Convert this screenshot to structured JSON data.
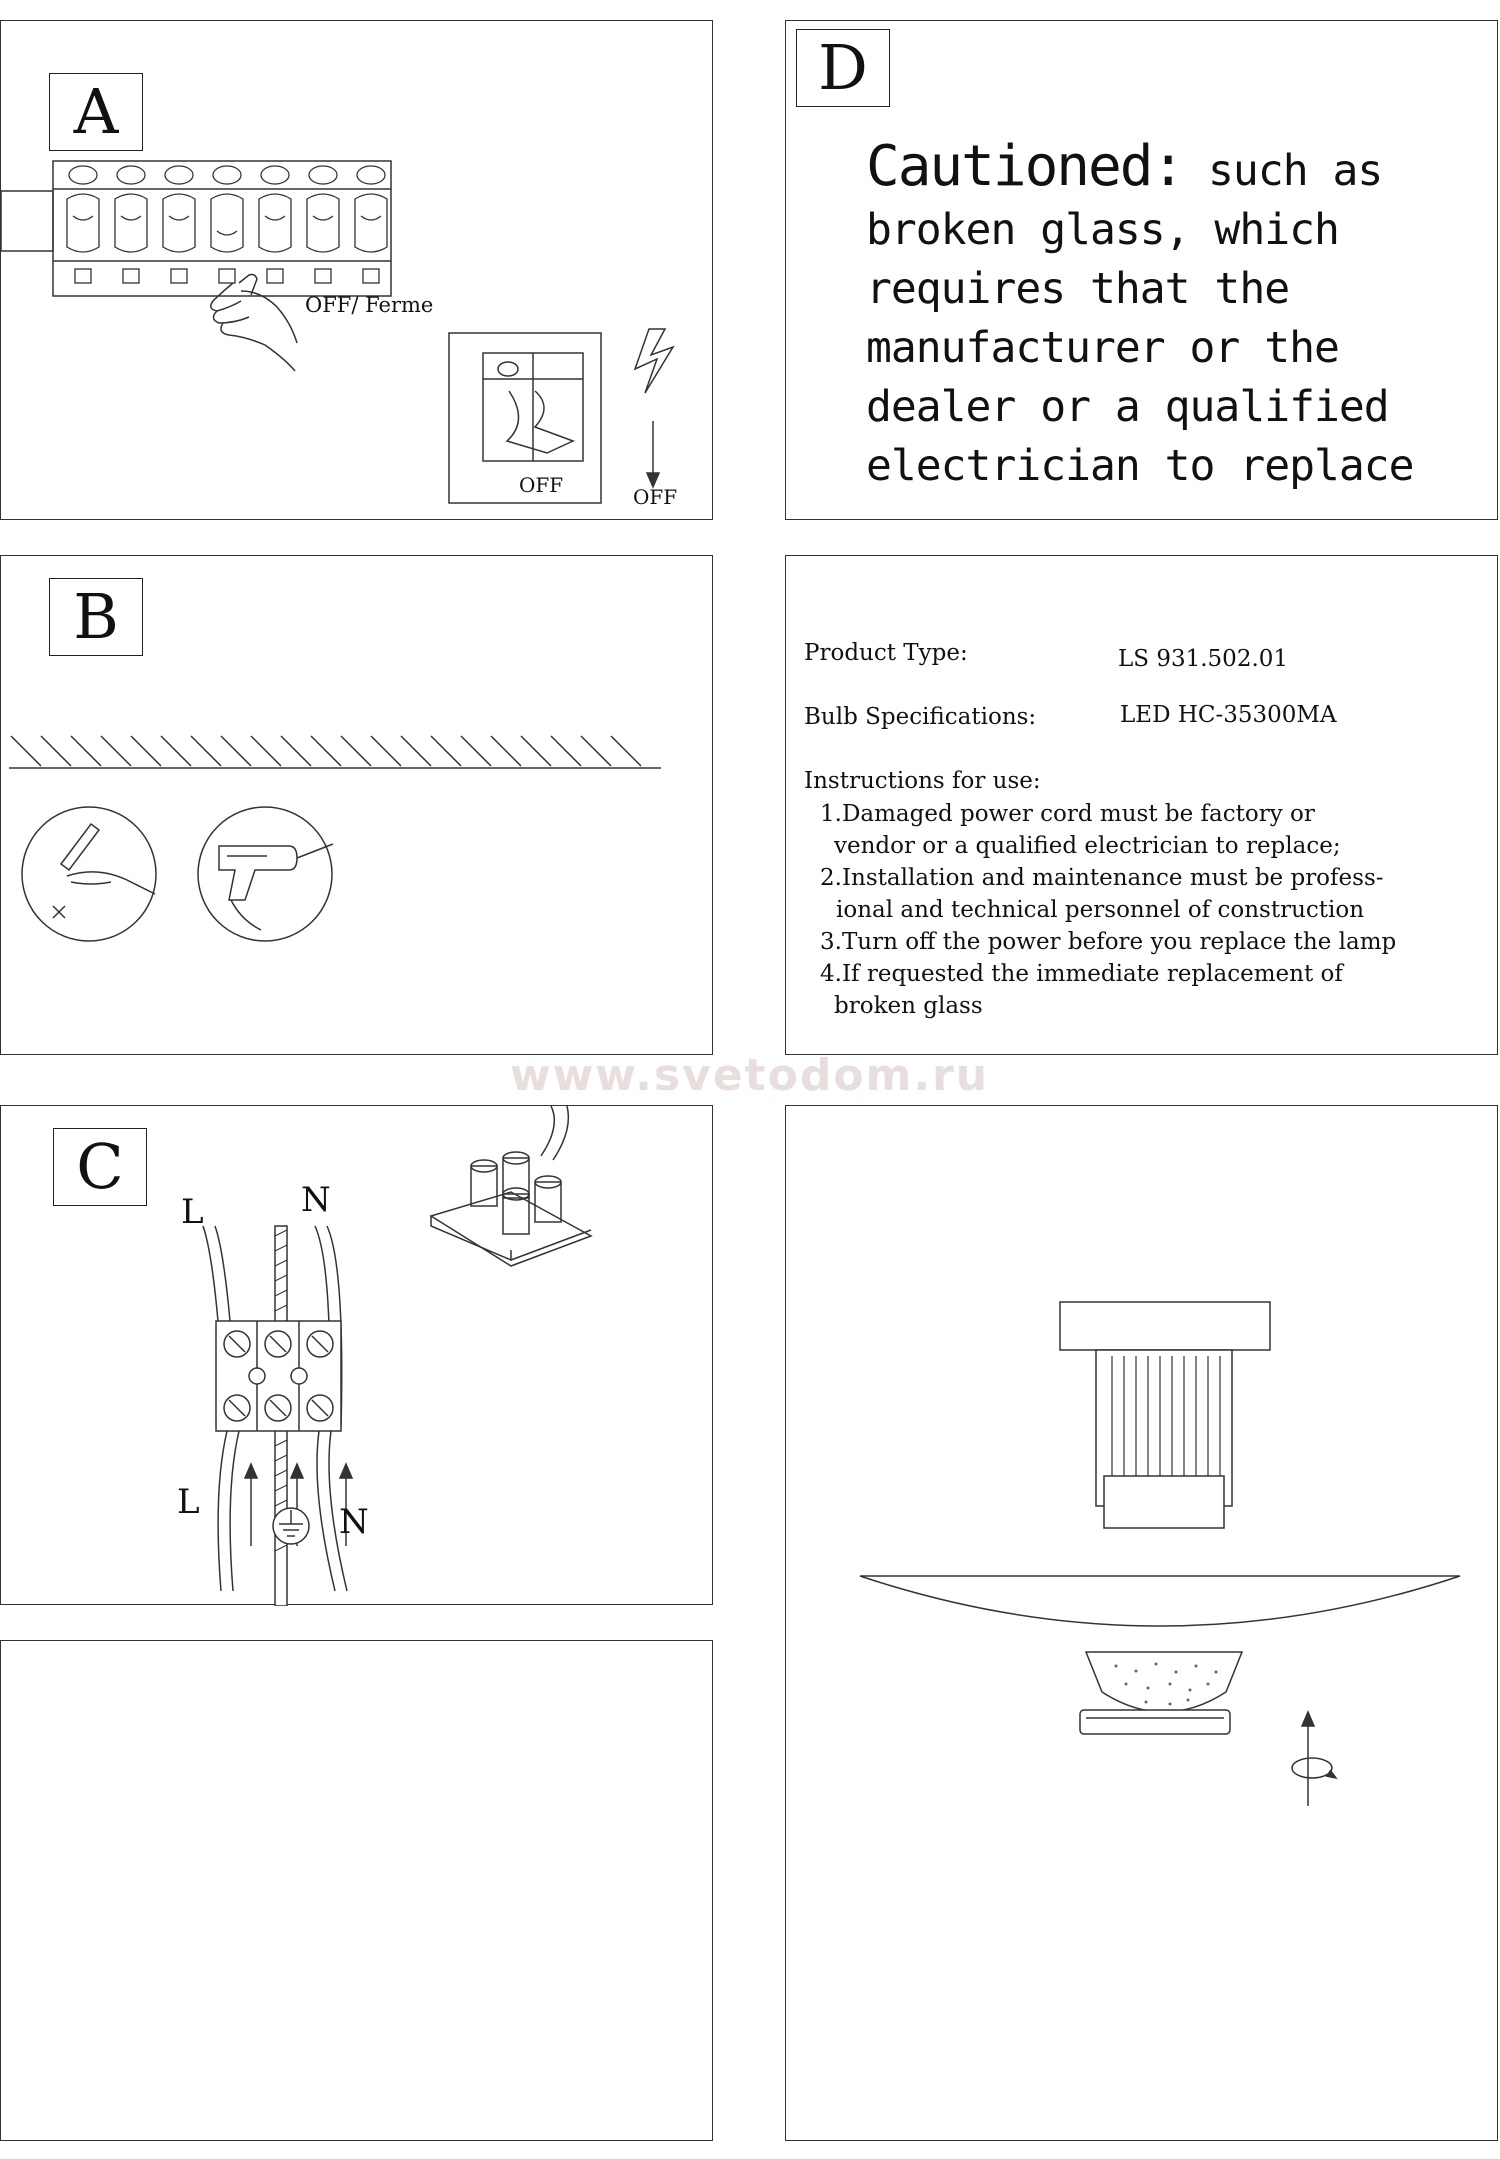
{
  "panel_a": {
    "letter": "A",
    "hand_label": "OFF/ Ferme",
    "switch_label": "OFF",
    "arrow_label": "OFF"
  },
  "panel_b": {
    "letter": "B"
  },
  "panel_c": {
    "letter": "C",
    "top_l": "L",
    "top_n": "N",
    "bottom_l": "L",
    "bottom_n": "N"
  },
  "panel_d": {
    "letter": "D",
    "caution_head": "Cautioned:",
    "caution_lines": [
      " such as",
      "broken glass, which",
      "requires that the",
      "manufacturer or the",
      "dealer or a qualified",
      "electrician to replace"
    ]
  },
  "specs": {
    "product_type_label": "Product Type:",
    "product_type_value": "LS 931.502.01",
    "bulb_label": "Bulb Specifications:",
    "bulb_value": "LED  HC-35300MA",
    "instructions_heading": "Instructions for use:",
    "instructions": [
      "1.Damaged power cord must be factory or",
      "vendor or a qualified electrician to replace;",
      "2.Installation and maintenance must be profess-",
      "ional and technical personnel of construction",
      "3.Turn off the power before you replace the lamp",
      "4.If requested the immediate replacement of",
      "broken glass"
    ]
  },
  "watermark": "www.svetodom.ru",
  "colors": {
    "line": "#333333",
    "watermark": "#e8dede"
  }
}
